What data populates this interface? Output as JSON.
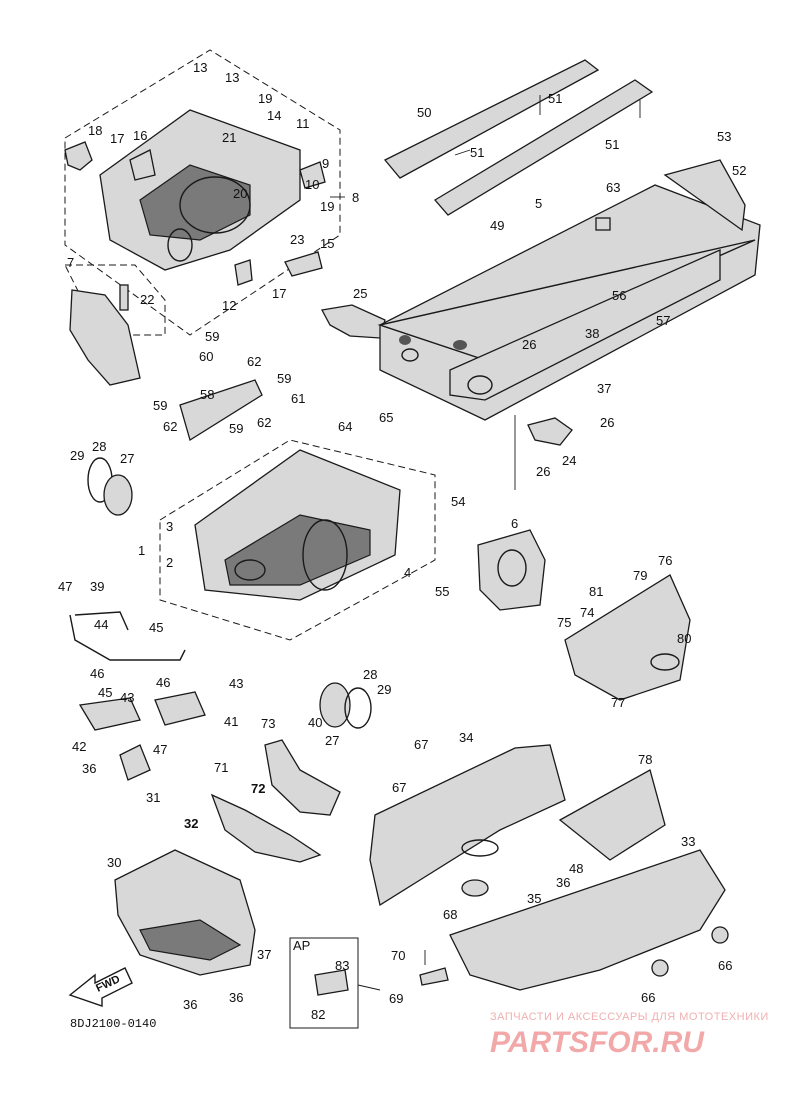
{
  "diagram": {
    "code": "8DJ2100-0140",
    "inset_label": "AP",
    "fwd_label": "FWD",
    "watermark": {
      "caption": "ЗАПЧАСТИ И АКСЕССУАРЫ ДЛЯ МОТОТЕХНИКИ",
      "logo": "PARTSFOR.RU"
    },
    "callouts": {
      "n1": "1",
      "n2": "2",
      "n3": "3",
      "n4": "4",
      "n5": "5",
      "n6": "6",
      "n7": "7",
      "n8": "8",
      "n9": "9",
      "n10": "10",
      "n11": "11",
      "n12": "12",
      "n13a": "13",
      "n13b": "13",
      "n14": "14",
      "n15": "15",
      "n16": "16",
      "n17a": "17",
      "n17b": "17",
      "n18": "18",
      "n19a": "19",
      "n19b": "19",
      "n20": "20",
      "n21": "21",
      "n22": "22",
      "n23": "23",
      "n24": "24",
      "n25": "25",
      "n26a": "26",
      "n26b": "26",
      "n26c": "26",
      "n27a": "27",
      "n27b": "27",
      "n28a": "28",
      "n28b": "28",
      "n29a": "29",
      "n29b": "29",
      "n30": "30",
      "n31": "31",
      "n32": "32",
      "n33": "33",
      "n34": "34",
      "n35": "35",
      "n36a": "36",
      "n36b": "36",
      "n36c": "36",
      "n36d": "36",
      "n37a": "37",
      "n37b": "37",
      "n38": "38",
      "n39": "39",
      "n40": "40",
      "n41": "41",
      "n42": "42",
      "n43a": "43",
      "n43b": "43",
      "n44": "44",
      "n45a": "45",
      "n45b": "45",
      "n46a": "46",
      "n46b": "46",
      "n47a": "47",
      "n47b": "47",
      "n48": "48",
      "n49": "49",
      "n50": "50",
      "n51a": "51",
      "n51b": "51",
      "n51c": "51",
      "n52": "52",
      "n53": "53",
      "n54": "54",
      "n55": "55",
      "n56": "56",
      "n57": "57",
      "n58": "58",
      "n59a": "59",
      "n59b": "59",
      "n59c": "59",
      "n59d": "59",
      "n60": "60",
      "n61": "61",
      "n62a": "62",
      "n62b": "62",
      "n62c": "62",
      "n63": "63",
      "n64": "64",
      "n65": "65",
      "n66a": "66",
      "n66b": "66",
      "n67a": "67",
      "n67b": "67",
      "n68": "68",
      "n69": "69",
      "n70": "70",
      "n71": "71",
      "n72": "72",
      "n73": "73",
      "n74": "74",
      "n75": "75",
      "n76": "76",
      "n77": "77",
      "n78": "78",
      "n79": "79",
      "n80": "80",
      "n81": "81",
      "n82": "82",
      "n83": "83"
    }
  }
}
